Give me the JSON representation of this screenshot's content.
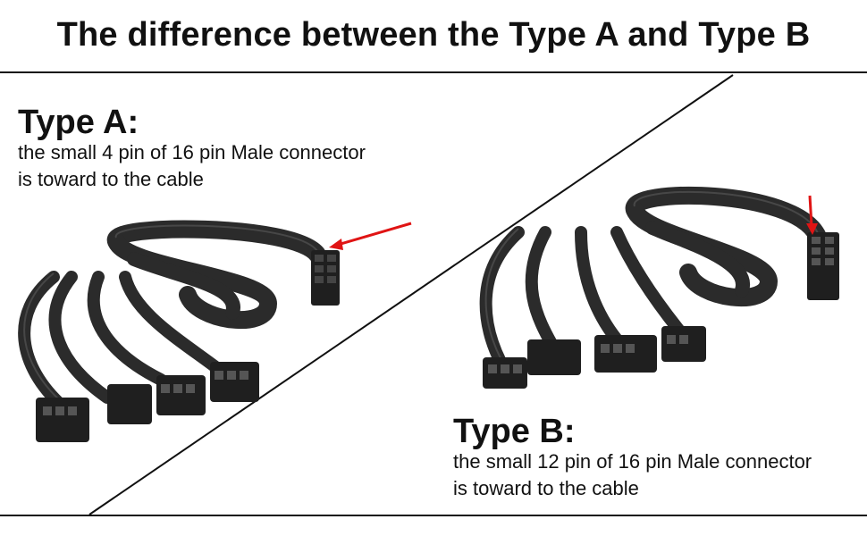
{
  "title": "The difference between the Type A and Type B",
  "type_a": {
    "heading": "Type A:",
    "line1": "the small 4 pin of 16 pin Male connector",
    "line2": "is toward to the cable"
  },
  "type_b": {
    "heading": "Type B:",
    "line1": "the small 12 pin of 16 pin Male connector",
    "line2": "is toward to the cable"
  },
  "colors": {
    "cable": "#2b2b2b",
    "cable_highlight": "#5a5a5a",
    "arrow": "#e01414",
    "line": "#111111"
  }
}
